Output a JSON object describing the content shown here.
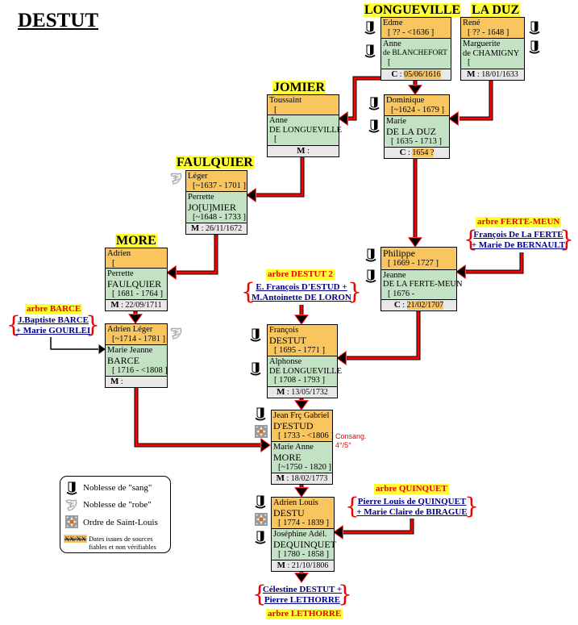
{
  "title": "DESTUT",
  "colors": {
    "husband": "#f9c55f",
    "wife": "#c3e2c3",
    "marriage": "#e8e8e8",
    "link": "#ff0000",
    "family_label": "#ffff33",
    "ext_link": "#00008b"
  },
  "families": {
    "longueville": {
      "label": "LONGUEVILLE",
      "husband": [
        "Edme",
        "[ ?? - <1636 ]"
      ],
      "wife": [
        "Anne",
        "de BLANCHEFORT",
        "["
      ],
      "union_type": "C",
      "union_date": "05/06/1616",
      "date_highlight": true,
      "husband_icon": "noblesse-sang-icon",
      "wife_icon": "noblesse-sang-icon"
    },
    "laduz": {
      "label": "LA DUZ",
      "husband": [
        "René",
        "[ ?? - 1648 ]"
      ],
      "wife": [
        "Marguerite",
        "de CHAMIGNY",
        "["
      ],
      "union_type": "M",
      "union_date": "18/01/1633",
      "husband_icon": "noblesse-sang-icon",
      "wife_icon": "noblesse-sang-icon"
    },
    "jomier": {
      "label": "JOMIER",
      "husband": [
        "Toussaint",
        "["
      ],
      "wife": [
        "Anne",
        "DE LONGUEVILLE",
        "["
      ],
      "union_type": "M",
      "union_date": ""
    },
    "dominique": {
      "husband": [
        "Dominique",
        "[~1624 - 1679 ]"
      ],
      "wife": [
        "Marie",
        "DE LA DUZ",
        "[ 1635 - 1713 ]"
      ],
      "union_type": "C",
      "union_date": "1654 ?",
      "date_highlight": true,
      "husband_icon": "noblesse-sang-icon",
      "wife_icon": "noblesse-sang-icon"
    },
    "faulquier": {
      "label": "FAULQUIER",
      "husband": [
        "Léger",
        "[~1637 - 1701 ]"
      ],
      "wife": [
        "Perrette",
        "JO[U]MIER",
        "[~1648 - 1733 ]"
      ],
      "union_type": "M",
      "union_date": "26/11/1672",
      "husband_icon": "noblesse-robe-icon"
    },
    "more": {
      "label": "MORE",
      "husband": [
        "Adrien",
        "["
      ],
      "wife": [
        "Perrette",
        "FAULQUIER",
        "[ 1681 - 1764 ]"
      ],
      "union_type": "M",
      "union_date": "22/09/1711"
    },
    "philippe": {
      "husband": [
        "Philippe",
        "[ 1669 - 1727 ]"
      ],
      "wife": [
        "Jeanne",
        "DE LA FERTE-MEUN",
        "[ 1676 -"
      ],
      "union_type": "C",
      "union_date": "21/02/1707",
      "date_highlight": true,
      "husband_icon": "noblesse-sang-icon",
      "wife_icon": "noblesse-sang-icon"
    },
    "barce": {
      "husband": [
        "Adrien Léger",
        "[~1714 - 1781 ]"
      ],
      "wife": [
        "Marie Jeanne",
        "BARCE",
        "[ 1716 - <1808 ]"
      ],
      "union_type": "M",
      "union_date": "",
      "husband_icon": "noblesse-robe-icon"
    },
    "francois": {
      "husband": [
        "François",
        "DESTUT",
        "[ 1695 - 1771 ]"
      ],
      "wife": [
        "Alphonse",
        "DE LONGUEVILLE",
        "[ 1708 - 1793 ]"
      ],
      "union_type": "M",
      "union_date": "13/05/1732",
      "husband_icon": "noblesse-sang-icon",
      "wife_icon": "noblesse-sang-icon"
    },
    "jean": {
      "husband": [
        "Jean Frç Gabriel",
        "D'ESTUD",
        "[ 1733 - <1806 ]"
      ],
      "wife": [
        "Marie Anne",
        "MORE",
        "[~1750 - 1820 ]"
      ],
      "union_type": "M",
      "union_date": "18/02/1773",
      "husband_icon": "noblesse-sang-icon",
      "husband_icon2": "saint-louis-icon",
      "note": [
        "Consang.",
        "4°/5°"
      ]
    },
    "adrienlouis": {
      "husband": [
        "Adrien Louis",
        "DESTU",
        "[ 1774 - 1839 ]"
      ],
      "wife": [
        "Joséphine Adél.",
        "DEQUINQUET",
        "[ 1780 - 1858 ]"
      ],
      "union_type": "M",
      "union_date": "21/10/1806",
      "husband_icon": "noblesse-sang-icon",
      "husband_icon2": "saint-louis-icon",
      "wife_icon": "noblesse-sang-icon"
    }
  },
  "external_trees": {
    "barce": {
      "label": "arbre BARCE",
      "lines": [
        "J.Baptiste BARCE",
        "+ Marie GOURLEI"
      ]
    },
    "ferte": {
      "label": "arbre FERTE-MEUN",
      "lines": [
        "François De La FERTE",
        "+ Marie De BERNAULT"
      ]
    },
    "destut2": {
      "label": "arbre DESTUT 2",
      "lines": [
        "E. François D'ESTUD +",
        "M.Antoinette DE LORON"
      ]
    },
    "quinquet": {
      "label": "arbre QUINQUET",
      "lines": [
        "Pierre Louis de QUINQUET",
        "+ Marie Claire de BIRAGUE"
      ]
    },
    "lethorre": {
      "label": "arbre LETHORRE",
      "lines": [
        "Célestine DESTUT +",
        "Pierre LETHORRE"
      ]
    }
  },
  "legend": {
    "items": [
      {
        "icon": "noblesse-sang-icon",
        "text": "Noblesse de \"sang\""
      },
      {
        "icon": "noblesse-robe-icon",
        "text": "Noblesse de \"robe\""
      },
      {
        "icon": "saint-louis-icon",
        "text": "Ordre de Saint-Louis"
      }
    ],
    "swatch": "XX/XX",
    "note": [
      "Dates issues de sources",
      "fiables et non vérifiables"
    ]
  }
}
